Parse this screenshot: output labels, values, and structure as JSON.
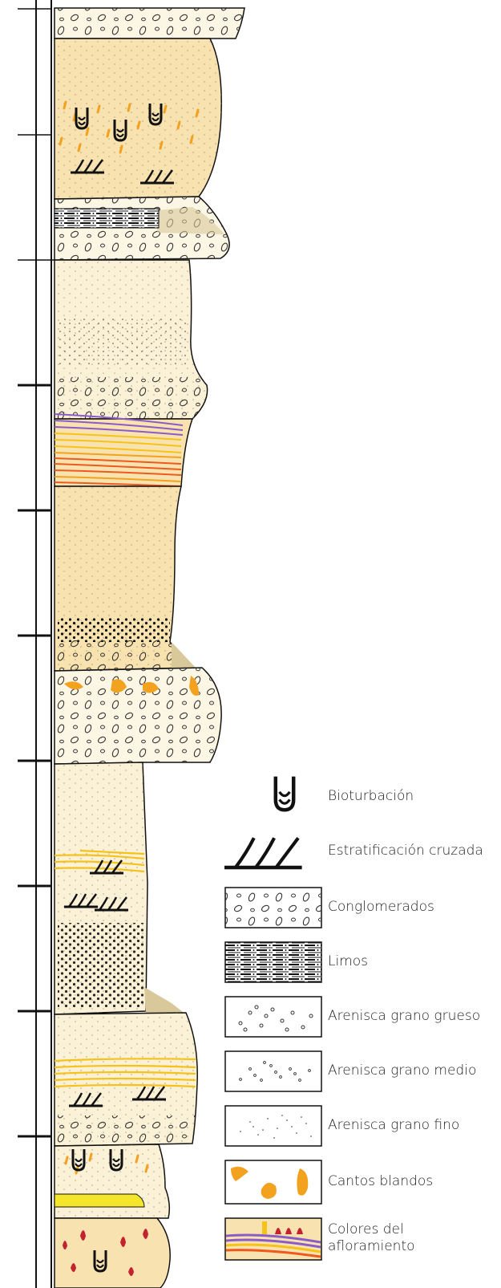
{
  "colors": {
    "sand_pale": "#fbf1d6",
    "sand": "#f8e3b0",
    "sand_light": "#fcf3dd",
    "conglomerate": "#fcf6e4",
    "ledge_shadow": "#d8c89a",
    "purple": "#8a5cc8",
    "yellow": "#f6c21a",
    "orange": "#ee5a1e",
    "amber": "#f2a21f",
    "red": "#c3222f",
    "bright_yellow": "#f4e62a",
    "ink": "#111111"
  },
  "legend": [
    {
      "key": "bioturbation",
      "icon": "bioturbation-icon",
      "label": "Bioturbación"
    },
    {
      "key": "cross",
      "icon": "cross-bedding-icon",
      "label": "Estratificación cruzada"
    },
    {
      "key": "conglomerate",
      "icon": "conglomerate-swatch",
      "label": "Conglomerados"
    },
    {
      "key": "silt",
      "icon": "silt-swatch",
      "label": "Limos"
    },
    {
      "key": "coarse",
      "icon": "coarse-sandstone-swatch",
      "label": "Arenisca grano grueso"
    },
    {
      "key": "medium",
      "icon": "medium-sandstone-swatch",
      "label": "Arenisca grano medio"
    },
    {
      "key": "fine",
      "icon": "fine-sandstone-swatch",
      "label": "Arenisca grano fino"
    },
    {
      "key": "clasts",
      "icon": "soft-clasts-swatch",
      "label": "Cantos blandos"
    },
    {
      "key": "colors",
      "icon": "outcrop-colors-swatch",
      "label": "Colores del\nafloramiento"
    }
  ]
}
